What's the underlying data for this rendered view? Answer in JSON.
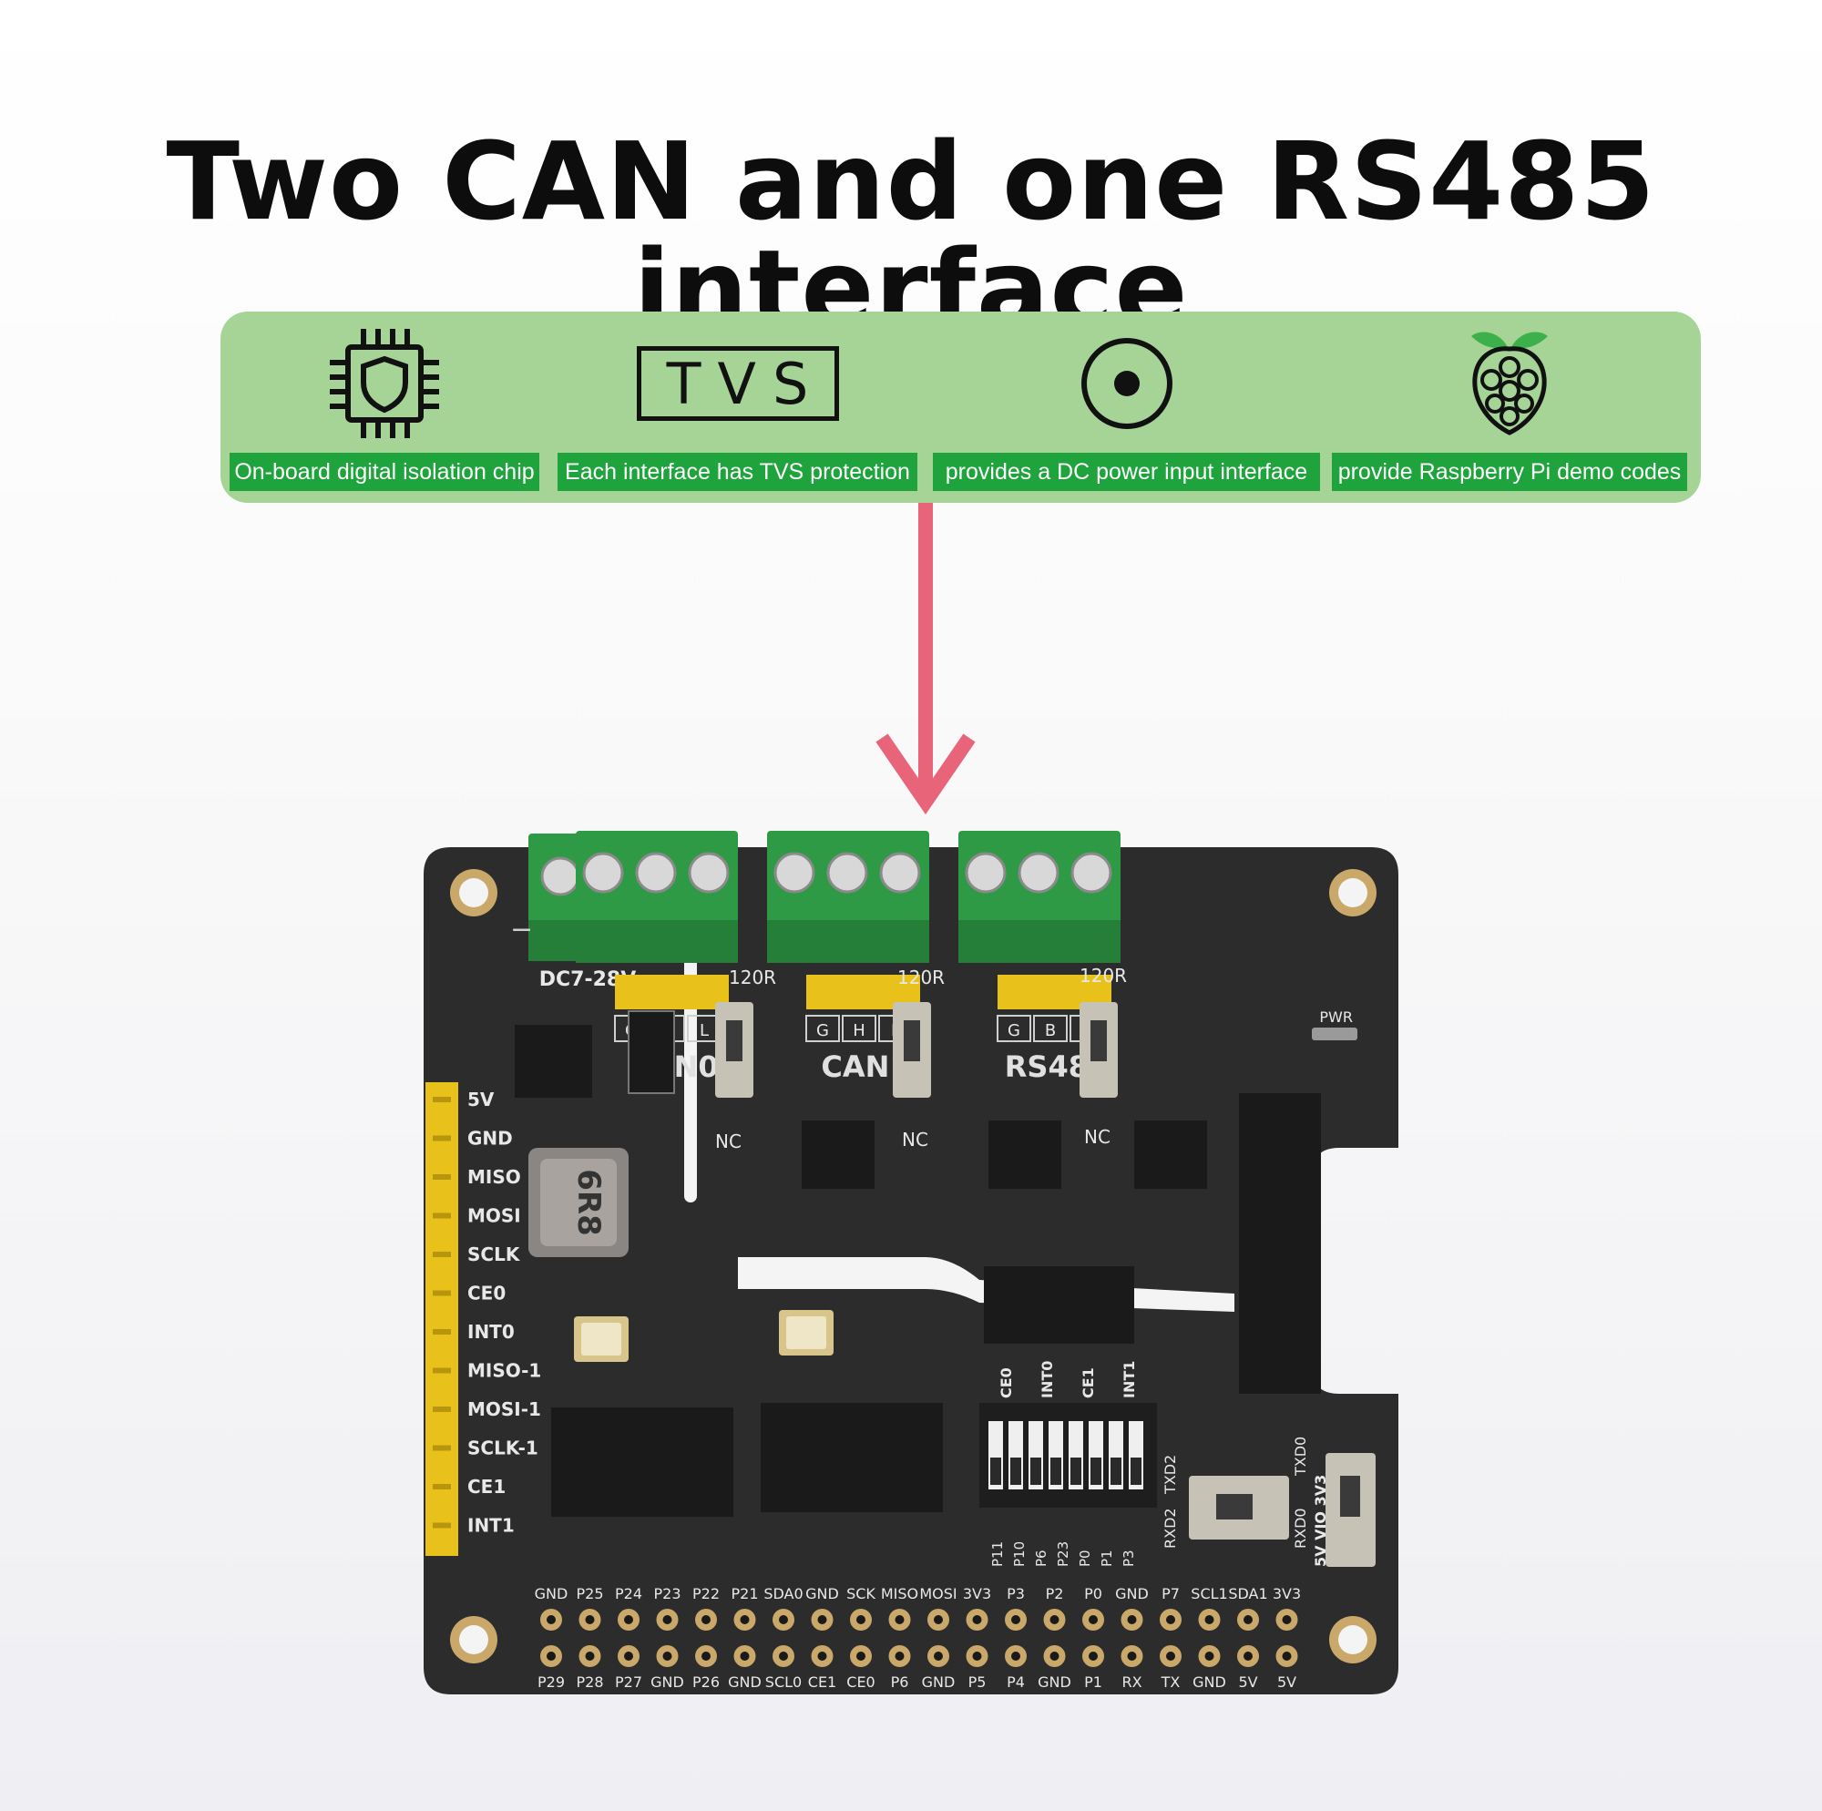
{
  "title": "Two CAN and one RS485 interface",
  "features": [
    {
      "label": "On-board digital isolation chip",
      "icon": "isolation-chip-icon"
    },
    {
      "label": "Each interface has TVS protection",
      "icon": "tvs-text",
      "icon_text": "TVS"
    },
    {
      "label": "provides a DC power input interface",
      "icon": "dc-power-icon"
    },
    {
      "label": "provide Raspberry Pi demo codes",
      "icon": "raspberry-pi-icon"
    }
  ],
  "board": {
    "power_label": "DC7-28V",
    "interfaces": [
      {
        "name": "CAN0",
        "pins": [
          "G",
          "H",
          "L"
        ]
      },
      {
        "name": "CAN1",
        "pins": [
          "G",
          "H",
          "L"
        ]
      },
      {
        "name": "RS485",
        "pins": [
          "G",
          "B",
          "A"
        ]
      }
    ],
    "terminator_label": "120R",
    "nc_label": "NC",
    "inductor_text": "6R8",
    "pwr_label": "PWR",
    "side_pins": [
      "5V",
      "GND",
      "MISO",
      "MOSI",
      "SCLK",
      "CE0",
      "INT0",
      "MISO-1",
      "MOSI-1",
      "SCLK-1",
      "CE1",
      "INT1"
    ],
    "dip_labels": [
      "CE0",
      "INT0",
      "CE1",
      "INT1"
    ],
    "dip_bottom_labels": [
      "P11",
      "P10",
      "P6",
      "P23",
      "P0",
      "P1",
      "P3"
    ],
    "uart_labels": [
      "TXD2",
      "RXD2",
      "TXD0",
      "RXD0"
    ],
    "vio_label": "5V VIO 3V3",
    "header_top": [
      "GND",
      "P25",
      "P24",
      "P23",
      "P22",
      "P21",
      "SDA0",
      "GND",
      "SCK",
      "MISO",
      "MOSI",
      "3V3",
      "P3",
      "P2",
      "P0",
      "GND",
      "P7",
      "SCL1",
      "SDA1",
      "3V3"
    ],
    "header_bottom": [
      "P29",
      "P28",
      "P27",
      "GND",
      "P26",
      "GND",
      "SCL0",
      "CE1",
      "CE0",
      "P6",
      "GND",
      "P5",
      "P4",
      "GND",
      "P1",
      "RX",
      "TX",
      "GND",
      "5V",
      "5V"
    ]
  },
  "colors": {
    "panel": "#a5d496",
    "label_bg": "#1fa33c",
    "arrow": "#e86479",
    "pcb": "#2c2c2c",
    "terminal": "#2e9a45",
    "pin_gold": "#e8c21a"
  }
}
